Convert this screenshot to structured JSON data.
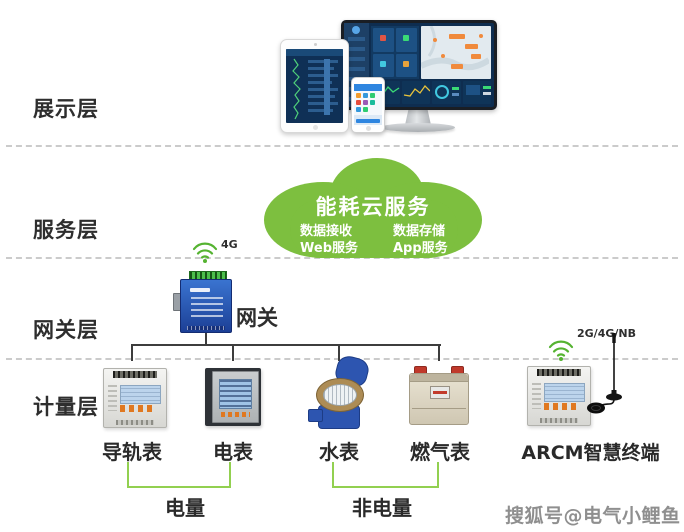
{
  "layers": {
    "display": "展示层",
    "service": "服务层",
    "gateway": "网关层",
    "metering": "计量层"
  },
  "cloud": {
    "title": "能耗云服务",
    "items": [
      {
        "label": "数据接收"
      },
      {
        "label": "数据存储"
      },
      {
        "label": "Web服务"
      },
      {
        "label": "App服务"
      }
    ]
  },
  "gateway": {
    "label": "网关",
    "wireless": "4G"
  },
  "terminal": {
    "label": "ARCM智慧终端",
    "wireless": "2G/4G/NB"
  },
  "meters": [
    {
      "label": "导轨表"
    },
    {
      "label": "电表"
    },
    {
      "label": "水表"
    },
    {
      "label": "燃气表"
    }
  ],
  "groups": [
    {
      "label": "电量"
    },
    {
      "label": "非电量"
    }
  ],
  "watermark": "搜狐号@电气小鲤鱼",
  "icons": {
    "wifi": "wifi-signal-icon",
    "antenna": "antenna-icon",
    "devices": [
      "tablet",
      "smartphone",
      "desktop-monitor",
      "gateway-device",
      "din-rail-meter",
      "panel-energy-meter",
      "water-meter",
      "gas-meter",
      "arcm-terminal"
    ]
  },
  "colors": {
    "cloud_green": "#7dbf3f",
    "wifi_green": "#55b331",
    "bracket_green": "#92d050",
    "line_dark": "#3d3d3d",
    "dash_gray": "#cbcbcb"
  }
}
